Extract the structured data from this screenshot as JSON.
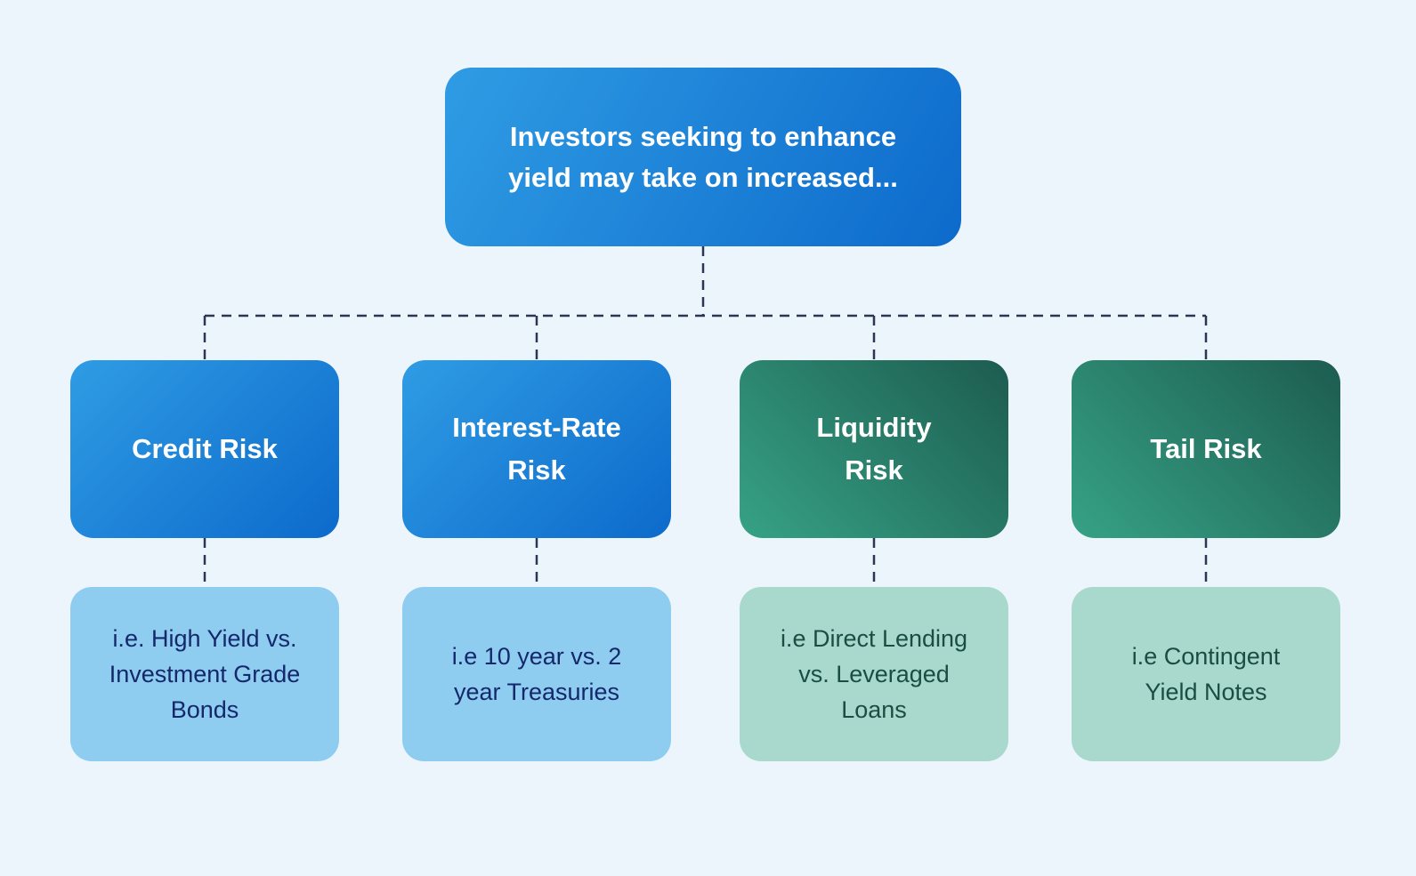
{
  "colors": {
    "background": "#edf5fc",
    "blue-grad-a": "#2f9ce4",
    "blue-grad-b": "#0d6acb",
    "green-grad-a": "#1d5c50",
    "green-grad-b": "#36a286",
    "light-blue": "#8ecdf0",
    "light-green": "#a9d8cd",
    "text-on-dark": "#ffffff",
    "text-navy": "#14286b",
    "text-green": "#1b4e43",
    "connector": "#2a3752"
  },
  "root": {
    "text": "Investors seeking to enhance\nyield may take on increased..."
  },
  "branches": [
    {
      "id": "credit-risk",
      "label": "Credit Risk",
      "example": "i.e. High Yield vs.\nInvestment Grade\nBonds"
    },
    {
      "id": "interest-rate-risk",
      "label": "Interest-Rate\nRisk",
      "example": "i.e 10 year vs. 2\nyear Treasuries"
    },
    {
      "id": "liquidity-risk",
      "label": "Liquidity\nRisk",
      "example": "i.e Direct Lending\nvs. Leveraged\nLoans"
    },
    {
      "id": "tail-risk",
      "label": "Tail Risk",
      "example": "i.e Contingent\nYield Notes"
    }
  ]
}
